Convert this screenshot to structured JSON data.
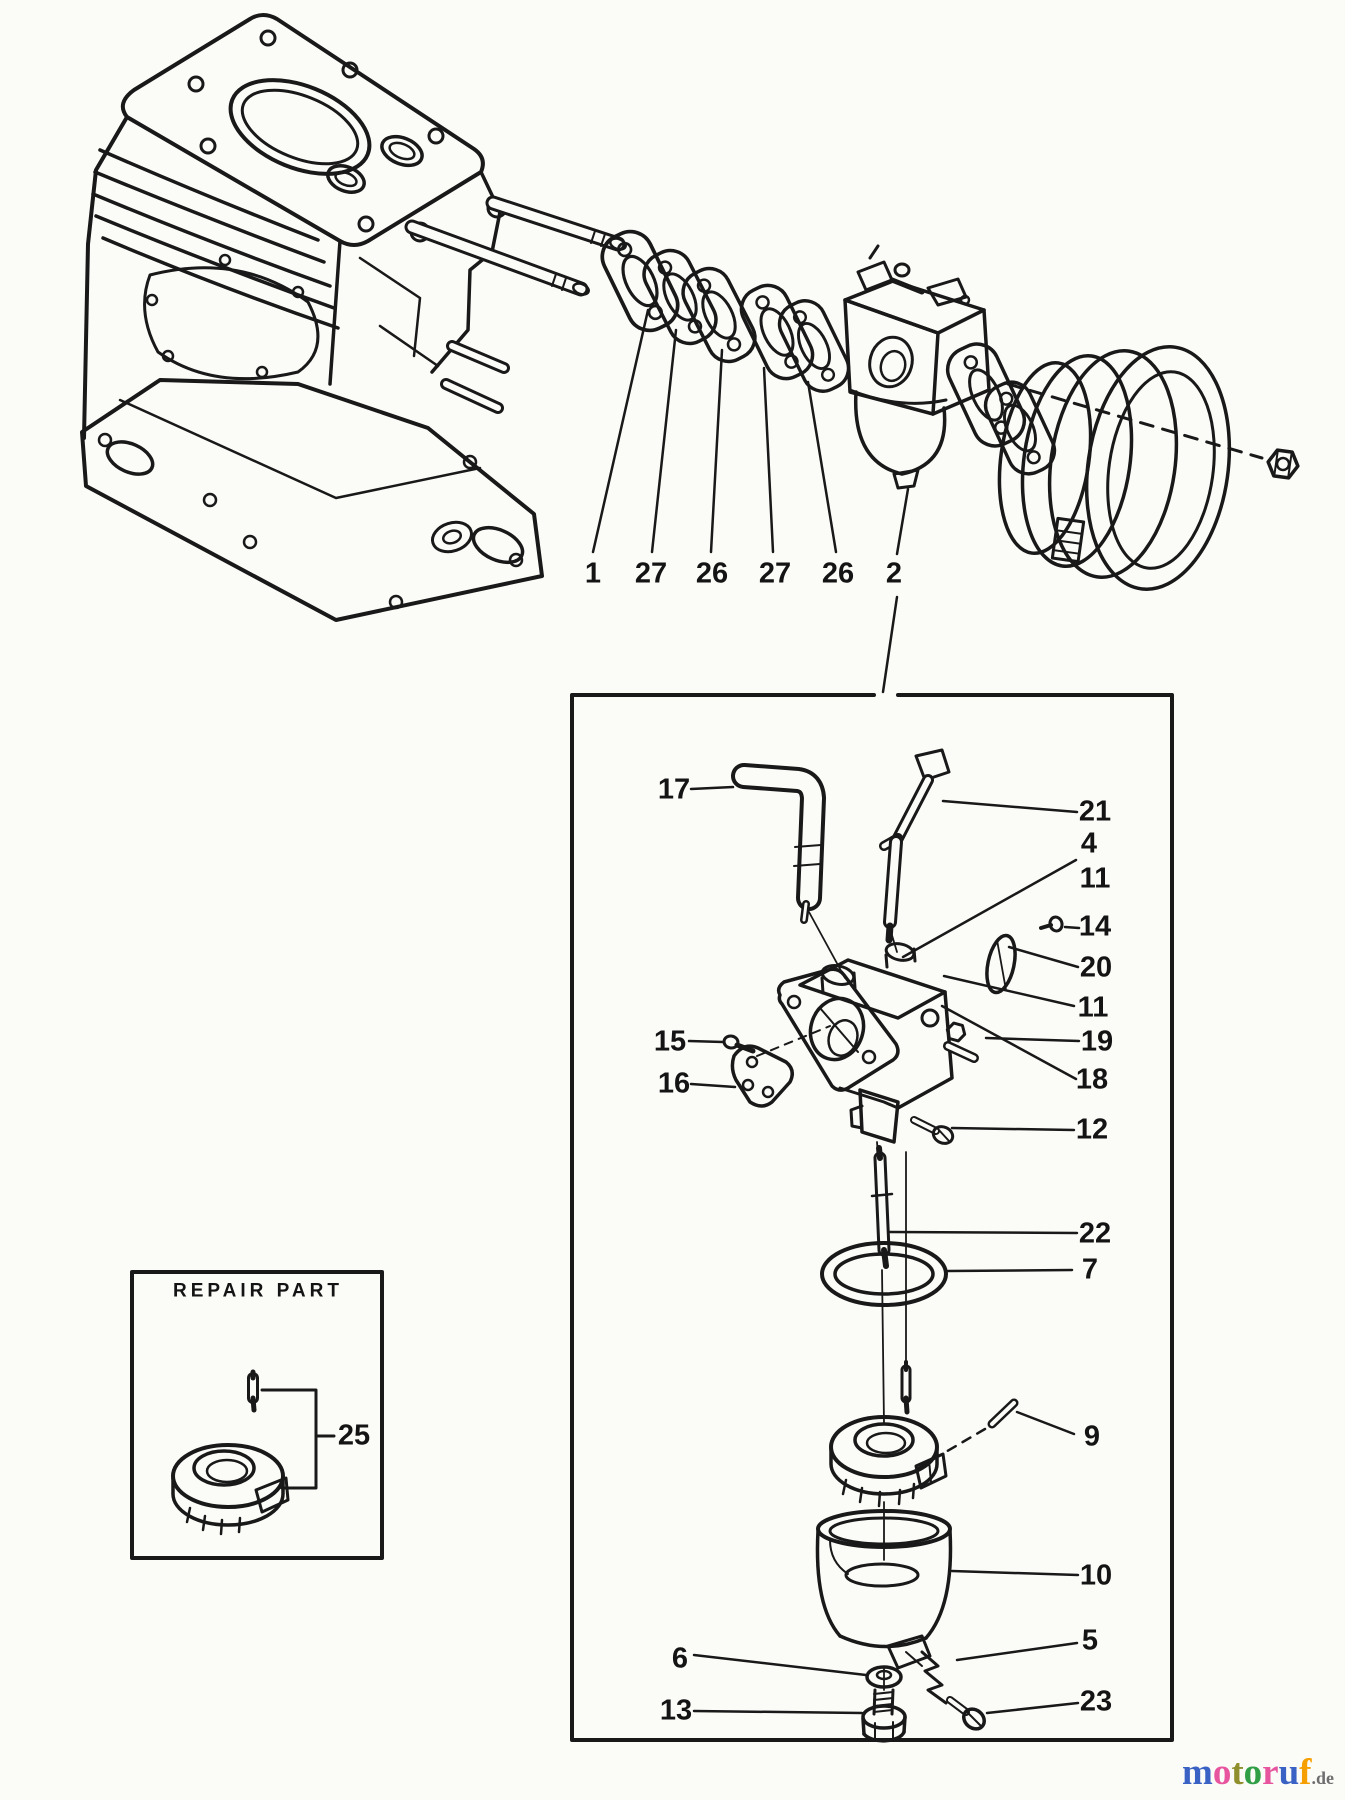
{
  "part_labels": {
    "gasket_row": [
      "1",
      "27",
      "26",
      "27",
      "26",
      "2"
    ],
    "left": [
      "17",
      "15",
      "16",
      "6",
      "13"
    ],
    "right": [
      "21",
      "4",
      "11",
      "14",
      "20",
      "11",
      "19",
      "18",
      "12",
      "22",
      "7",
      "9",
      "10",
      "5",
      "23"
    ]
  },
  "repair_box": {
    "title": "REPAIR PART",
    "part_number": "25"
  },
  "watermark": {
    "letters": [
      {
        "ch": "m",
        "color": "#3a62c4"
      },
      {
        "ch": "o",
        "color": "#e8559f"
      },
      {
        "ch": "t",
        "color": "#8f8f2d"
      },
      {
        "ch": "o",
        "color": "#2f9e44"
      },
      {
        "ch": "r",
        "color": "#e8559f"
      },
      {
        "ch": "u",
        "color": "#3a62c4"
      },
      {
        "ch": "f",
        "color": "#f59f00"
      }
    ],
    "suffix": {
      "text": ".de",
      "color": "#6e6e6e"
    }
  },
  "colors": {
    "ink": "#171717",
    "paper": "#fbfbf8"
  }
}
